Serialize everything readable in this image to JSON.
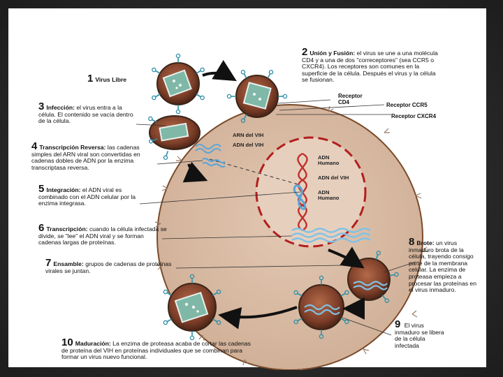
{
  "steps": {
    "s1": {
      "num": "1",
      "title": "Virus Libre",
      "body": ""
    },
    "s2": {
      "num": "2",
      "title": "Unión y Fusión:",
      "body": "el virus se une a una molécula CD4 y a una de dos \"correceptores\" (sea CCR5 o CXCR4). Los receptores son comunes en la superficie de la célula. Después el virus y la célula se fusionan."
    },
    "s3": {
      "num": "3",
      "title": "Infección:",
      "body": "el virus entra a la célula. El contenido se vacía dentro de la célula."
    },
    "s4": {
      "num": "4",
      "title": "Transcripción Reversa:",
      "body": "las cadenas simples del ARN viral son convertidas en cadenas dobles de ADN por la enzima transcriptasa reversa."
    },
    "s5": {
      "num": "5",
      "title": "Integración:",
      "body": "el ADN viral es combinado con el ADN celular por la enzima integrasa."
    },
    "s6": {
      "num": "6",
      "title": "Transcripción:",
      "body": "cuando la célula infectada se divide, se \"lee\" el ADN viral y se forman cadenas largas de proteínas."
    },
    "s7": {
      "num": "7",
      "title": "Ensamble:",
      "body": "grupos de cadenas de proteínas virales se juntan."
    },
    "s8": {
      "num": "8",
      "title": "Brote:",
      "body": "un virus inmaduro brota de la célula, trayendo consigo parte de la membrana celular. La enzima de proteasa empieza a procesar las proteínas en el virus inmaduro."
    },
    "s9": {
      "num": "9",
      "title": "",
      "body": "El virus inmaduro se libera de la célula infectada"
    },
    "s10": {
      "num": "10",
      "title": "Maduración:",
      "body": "La enzima de proteasa acaba de cortar las cadenas de proteína del VIH en proteínas individuales que se combinan para formar un virus nuevo funcional."
    }
  },
  "labels": {
    "receptor_cd4": "Receptor CD4",
    "receptor_ccr5": "Receptor CCR5",
    "receptor_cxcr4": "Receptor CXCR4",
    "arn_vih": "ARN del VIH",
    "adn_vih_top": "ADN del VIH",
    "adn_humano_1": "ADN Humano",
    "adn_vih_mid": "ADN del VIH",
    "adn_humano_2": "ADN Humano"
  },
  "colors": {
    "cell_fill": "#d9bca5",
    "cell_stroke": "#7a4a2a",
    "nucleus_dash": "#b21e1e",
    "virus_fill": "#8a4a33",
    "virus_ring": "#3a2418",
    "spike": "#2e8fa8",
    "dna_red": "#c0302a",
    "dna_blue": "#5aa6d8",
    "arrow": "#111111"
  }
}
